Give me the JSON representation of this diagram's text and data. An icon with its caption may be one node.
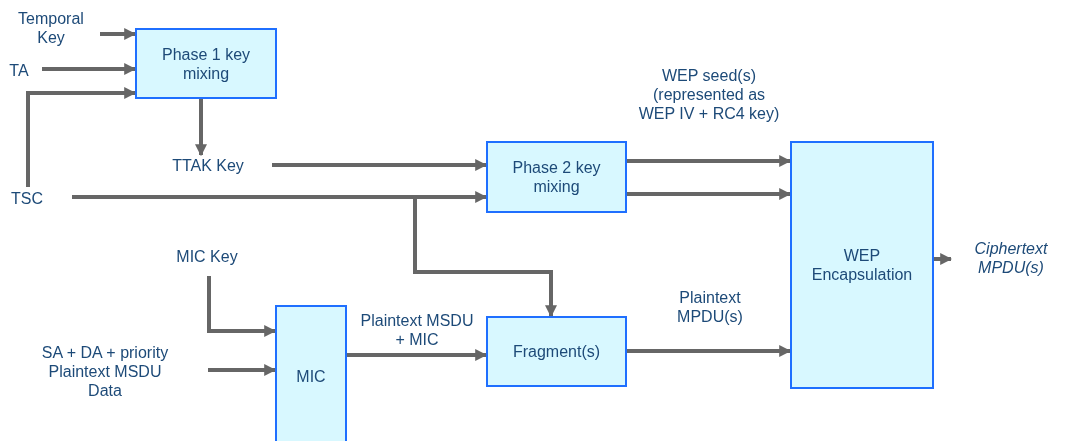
{
  "diagram": {
    "nodes": [
      {
        "text": [
          "Temporal Key"
        ]
      },
      {
        "text": [
          "TA"
        ]
      },
      {
        "text": [
          "Phase 1 key mixing"
        ]
      },
      {
        "text": [
          "TTAK Key"
        ]
      },
      {
        "text": [
          "TSC"
        ]
      },
      {
        "text": [
          "Phase 2 key mixing"
        ]
      },
      {
        "text": [
          "MIC Key"
        ]
      },
      {
        "text": [
          "SA + DA + priority Plaintext MSDU Data"
        ]
      },
      {
        "text": [
          "MIC"
        ]
      },
      {
        "text": [
          "Fragment(s)"
        ]
      },
      {
        "text": [
          "WEP Encapsulation"
        ]
      },
      {
        "text": [
          "Ciphertext MPDU(s)"
        ]
      }
    ],
    "edges": [
      {
        "from": 0,
        "to": 2,
        "arrow": "to"
      },
      {
        "from": 1,
        "to": 2,
        "arrow": "to"
      },
      {
        "from": 4,
        "to": 2,
        "arrow": "to"
      },
      {
        "from": 2,
        "to": 3,
        "arrow": "to"
      },
      {
        "from": 3,
        "to": 5,
        "arrow": "to"
      },
      {
        "from": 4,
        "to": 5,
        "arrow": "to"
      },
      {
        "from": 4,
        "to": 9,
        "arrow": "to"
      },
      {
        "from": 6,
        "to": 8,
        "arrow": "to"
      },
      {
        "from": 7,
        "to": 8,
        "arrow": "to"
      },
      {
        "from": 8,
        "to": 9,
        "arrow": "to",
        "label": "Plaintext MSDU + MIC"
      },
      {
        "from": 5,
        "to": 10,
        "arrow": "to",
        "label": "WEP seed(s) (represented as WEP IV + RC4 key)"
      },
      {
        "from": 5,
        "to": 10,
        "arrow": "to"
      },
      {
        "from": 9,
        "to": 10,
        "arrow": "to",
        "label": "Plaintext MPDU(s)"
      },
      {
        "from": 10,
        "to": 11,
        "arrow": "to"
      }
    ]
  }
}
